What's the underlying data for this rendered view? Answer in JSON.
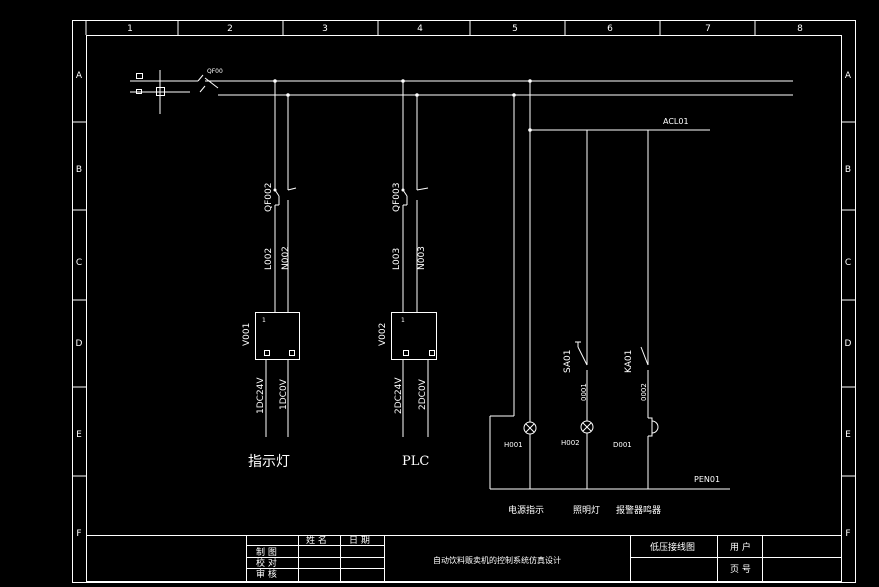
{
  "border": {
    "columns": [
      "1",
      "2",
      "3",
      "4",
      "5",
      "6",
      "7",
      "8"
    ],
    "rows": [
      "A",
      "B",
      "C",
      "D",
      "E",
      "F"
    ]
  },
  "labels": {
    "qf00": "QF00",
    "acl01": "ACL01",
    "pen01": "PEN01",
    "qf002": "QF002",
    "qf003": "QF003",
    "l002": "L002",
    "n002": "N002",
    "l003": "L003",
    "n003": "N003",
    "v001": "V001",
    "v002": "V002",
    "dc1": "1DC24V",
    "dc1_0v": "1DC0V",
    "dc2": "2DC24V",
    "dc2_0v": "2DC0V",
    "sa01": "SA01",
    "ka01": "KA01",
    "w0001": "0001",
    "w0002": "0002",
    "h001": "H001",
    "h002": "H002",
    "d001": "D001",
    "term1": "1",
    "term2": "1"
  },
  "captions": {
    "indicator": "指示灯",
    "plc": "PLC",
    "power_indicator": "电源指示",
    "lighting": "照明灯",
    "alarm": "报警器鸣器"
  },
  "title_block": {
    "name_header": "姓 名",
    "date_header": "日 期",
    "draw": "制 图",
    "check": "校 对",
    "review": "审 核",
    "project": "自动饮料贩卖机的控制系统仿真设计",
    "drawing": "低压接线图",
    "user": "用 户",
    "page": "页 号"
  }
}
